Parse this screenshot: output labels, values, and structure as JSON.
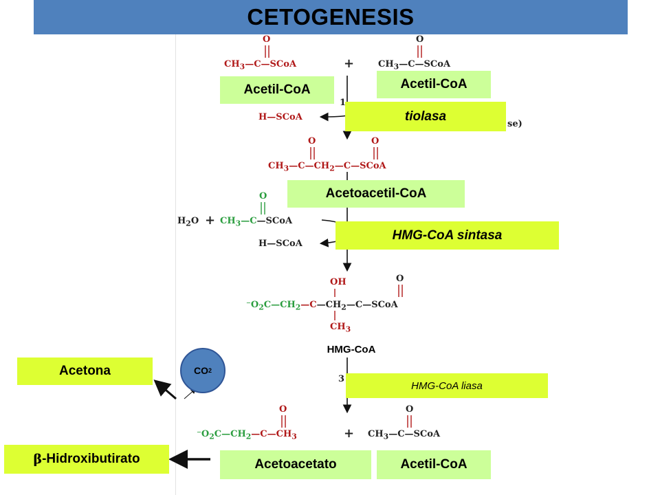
{
  "title": "CETOGENESIS",
  "labels": {
    "acetil_coa_left": "Acetil-CoA",
    "acetil_coa_right": "Acetil-CoA",
    "tiolasa": "tiolasa",
    "acetoacetil_coa": "Acetoacetil-CoA",
    "hmg_coa_sintasa": "HMG-CoA sintasa",
    "hmg_coa": "HMG-CoA",
    "hmg_coa_liasa": "HMG-CoA liasa",
    "acetona": "Acetona",
    "co2": "CO",
    "co2_sub": "2",
    "hidroxibutirato_prefix": "β",
    "hidroxibutirato": "-Hidroxibutirato",
    "acetoacetato": "Acetoacetato",
    "acetil_coa_bottom": "Acetil-CoA"
  },
  "chemistry": {
    "ch3": "CH",
    "three": "3",
    "c": "C",
    "scoa": "SCoA",
    "o": "O",
    "ch2": "CH",
    "two": "2",
    "plus": "+",
    "hscoa": "H—SCoA",
    "h2o": "H",
    "o2c": "⁻O",
    "oh": "OH",
    "step1": "1",
    "step3": "3",
    "enzyme_tail": "se)"
  },
  "colors": {
    "banner": "#4f81bd",
    "label_green": "#ccff99",
    "label_lime": "#ddff33",
    "chem_red": "#b01818",
    "chem_green": "#2a9d3e"
  }
}
